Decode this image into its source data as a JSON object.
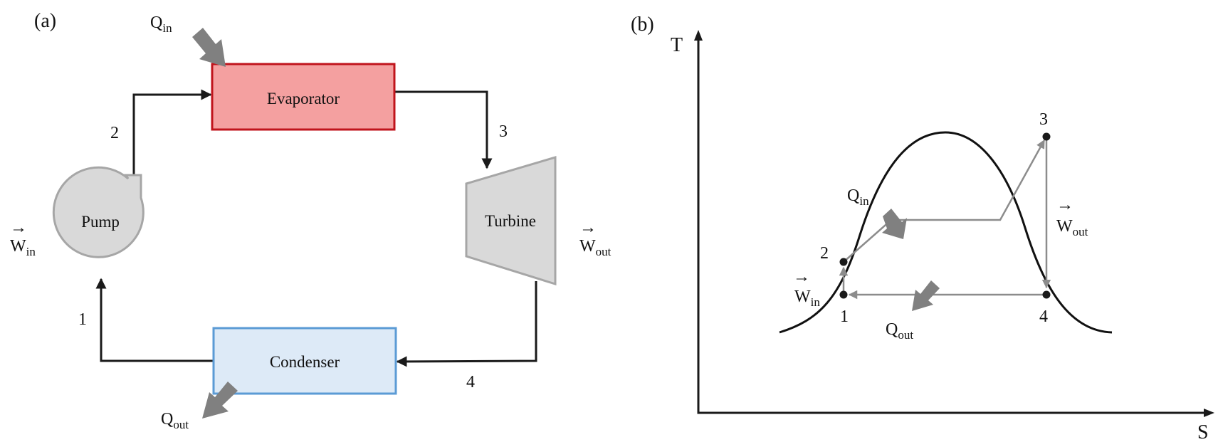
{
  "panel_a": {
    "panel_label": "(a)",
    "components": {
      "evaporator": "Evaporator",
      "turbine": "Turbine",
      "condenser": "Condenser",
      "pump": "Pump"
    },
    "state_labels": [
      "1",
      "2",
      "3",
      "4"
    ],
    "heat_in": {
      "base": "Q",
      "sub": "in"
    },
    "heat_out": {
      "base": "Q",
      "sub": "out"
    },
    "work_in": {
      "arrow": "→",
      "base": "W",
      "sub": "in"
    },
    "work_out": {
      "arrow": "→",
      "base": "W",
      "sub": "out"
    },
    "colors": {
      "evaporator_fill": "#f4a0a0",
      "evaporator_stroke": "#c0141c",
      "condenser_fill": "#ddeaf7",
      "condenser_stroke": "#5b9bd5",
      "machine_fill": "#d9d9d9",
      "machine_stroke": "#a6a6a6",
      "heat_arrow": "#808080"
    }
  },
  "panel_b": {
    "panel_label": "(b)",
    "x_axis_label": "S",
    "y_axis_label": "T",
    "state_labels": [
      "1",
      "2",
      "3",
      "4"
    ],
    "heat_in": {
      "base": "Q",
      "sub": "in"
    },
    "heat_out": {
      "base": "Q",
      "sub": "out"
    },
    "work_in": {
      "arrow": "→",
      "base": "W",
      "sub": "in"
    },
    "work_out": {
      "arrow": "→",
      "base": "W",
      "sub": "out"
    },
    "colors": {
      "dome": "#111111",
      "cycle": "#8c8c8c"
    }
  }
}
